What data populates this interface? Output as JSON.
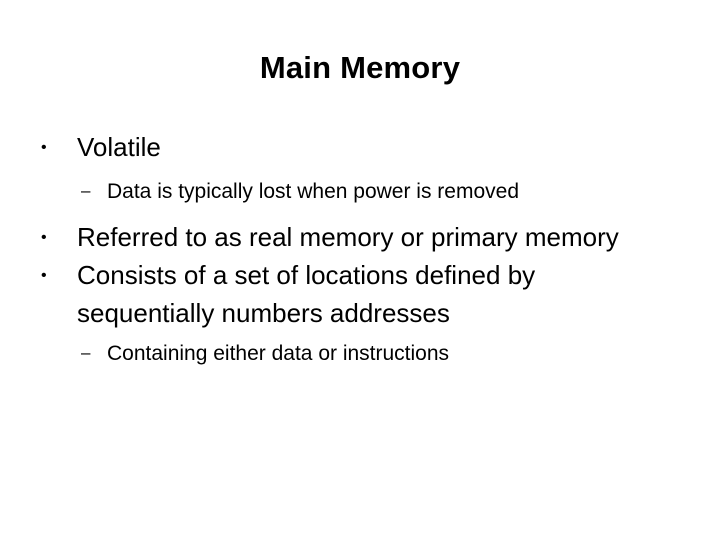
{
  "slide": {
    "title": "Main Memory",
    "background_color": "#ffffff",
    "text_color": "#000000",
    "bullets": [
      {
        "level": 1,
        "marker": "•",
        "marker_name": "dot-bullet-icon",
        "text": "Volatile"
      },
      {
        "level": 2,
        "marker": "–",
        "marker_name": "dash-bullet-icon",
        "text": "Data is typically lost when power is removed"
      },
      {
        "level": 1,
        "marker": "•",
        "marker_name": "dot-bullet-icon",
        "text": "Referred to as real memory or primary memory"
      },
      {
        "level": 1,
        "marker": "•",
        "marker_name": "dot-bullet-icon",
        "text": "Consists of a set of locations defined by sequentially numbers addresses"
      },
      {
        "level": 2,
        "marker": "–",
        "marker_name": "dash-bullet-icon",
        "text": "Containing either data or instructions"
      }
    ]
  }
}
